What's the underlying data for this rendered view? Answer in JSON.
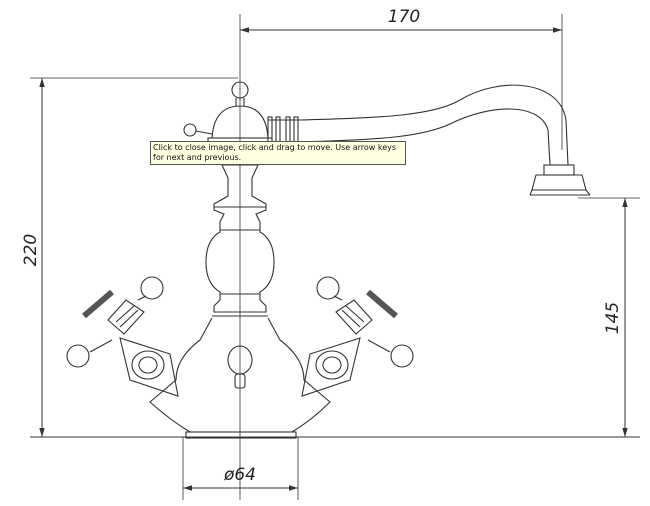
{
  "dimensions": {
    "spout_reach": "170",
    "total_height": "220",
    "spout_height": "145",
    "base_diameter": "ø64"
  },
  "tooltip": {
    "text": "Click to close image, click and drag to move. Use arrow keys for next and previous."
  },
  "colors": {
    "line": "#333333",
    "tooltip_bg": "#ffffe1"
  }
}
